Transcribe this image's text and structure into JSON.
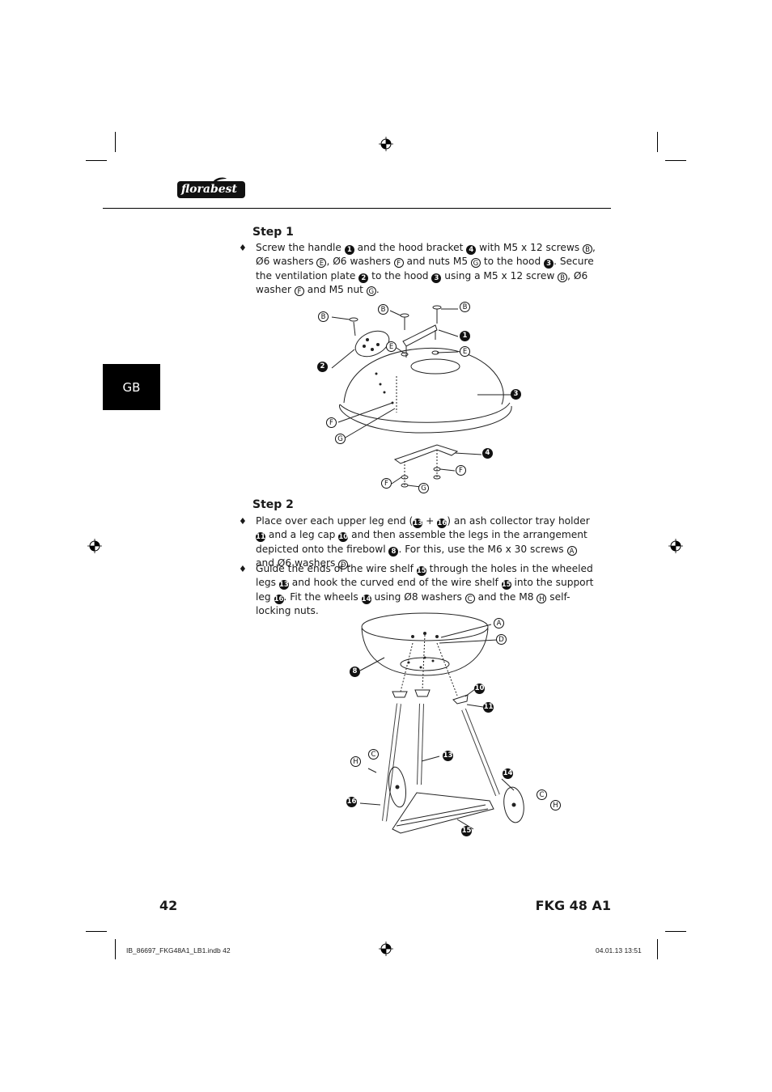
{
  "logo": {
    "text": "florabest"
  },
  "side_tab": {
    "label": "GB"
  },
  "step1": {
    "title": "Step 1",
    "bullets": [
      [
        {
          "t": "Screw the handle "
        },
        {
          "f": "1"
        },
        {
          "t": " and the hood bracket "
        },
        {
          "f": "4"
        },
        {
          "t": " with M5 x 12 screws "
        },
        {
          "e": "B"
        },
        {
          "t": ", Ø6 washers "
        },
        {
          "e": "E"
        },
        {
          "t": ", Ø6 washers "
        },
        {
          "e": "F"
        },
        {
          "t": " and nuts M5 "
        },
        {
          "e": "G"
        },
        {
          "t": " to the hood "
        },
        {
          "f": "3"
        },
        {
          "t": ". Secure the ventilation plate "
        },
        {
          "f": "2"
        },
        {
          "t": " to the hood "
        },
        {
          "f": "3"
        },
        {
          "t": " using a M5 x 12 screw "
        },
        {
          "e": "B"
        },
        {
          "t": ", Ø6 washer "
        },
        {
          "e": "F"
        },
        {
          "t": " and M5 nut "
        },
        {
          "e": "G"
        },
        {
          "t": "."
        }
      ]
    ],
    "figure_labels": [
      {
        "id": "B",
        "k": "e"
      },
      {
        "id": "B",
        "k": "e"
      },
      {
        "id": "B",
        "k": "e"
      },
      {
        "id": "1",
        "k": "f"
      },
      {
        "id": "E",
        "k": "e"
      },
      {
        "id": "E",
        "k": "e"
      },
      {
        "id": "2",
        "k": "f"
      },
      {
        "id": "3",
        "k": "f"
      },
      {
        "id": "F",
        "k": "e"
      },
      {
        "id": "G",
        "k": "e"
      },
      {
        "id": "4",
        "k": "f"
      },
      {
        "id": "F",
        "k": "e"
      },
      {
        "id": "F",
        "k": "e"
      },
      {
        "id": "G",
        "k": "e"
      }
    ]
  },
  "step2": {
    "title": "Step 2",
    "bullets": [
      [
        {
          "t": "Place over each upper leg end ("
        },
        {
          "f": "13"
        },
        {
          "t": " + "
        },
        {
          "f": "16"
        },
        {
          "t": ") an ash collector tray holder "
        },
        {
          "f": "11"
        },
        {
          "t": " and a leg cap "
        },
        {
          "f": "10"
        },
        {
          "t": " and then assemble the legs in the arrangement depicted onto the firebowl "
        },
        {
          "f": "8"
        },
        {
          "t": ". For this, use the M6 x 30 screws "
        },
        {
          "e": "A"
        },
        {
          "t": " and Ø6 washers "
        },
        {
          "e": "D"
        },
        {
          "t": "."
        }
      ],
      [
        {
          "t": "Guide the ends of the wire shelf "
        },
        {
          "f": "15"
        },
        {
          "t": " through the holes in the wheeled legs "
        },
        {
          "f": "13"
        },
        {
          "t": " and hook the curved end of the wire shelf "
        },
        {
          "f": "15"
        },
        {
          "t": " into the support leg "
        },
        {
          "f": "16"
        },
        {
          "t": ". Fit the wheels "
        },
        {
          "f": "14"
        },
        {
          "t": " using Ø8 washers "
        },
        {
          "e": "C"
        },
        {
          "t": " and the M8 "
        },
        {
          "e": "H"
        },
        {
          "t": " self-locking nuts."
        }
      ]
    ],
    "figure_labels": [
      {
        "id": "A",
        "k": "e"
      },
      {
        "id": "D",
        "k": "e"
      },
      {
        "id": "8",
        "k": "f"
      },
      {
        "id": "10",
        "k": "f"
      },
      {
        "id": "11",
        "k": "f"
      },
      {
        "id": "H",
        "k": "e"
      },
      {
        "id": "C",
        "k": "e"
      },
      {
        "id": "13",
        "k": "f"
      },
      {
        "id": "14",
        "k": "f"
      },
      {
        "id": "C",
        "k": "e"
      },
      {
        "id": "H",
        "k": "e"
      },
      {
        "id": "16",
        "k": "f"
      },
      {
        "id": "15",
        "k": "f"
      }
    ]
  },
  "footer": {
    "page_number": "42",
    "model": "FKG 48 A1",
    "file": "IB_86697_FKG48A1_LB1.indb   42",
    "date": "04.01.13   13:51"
  }
}
